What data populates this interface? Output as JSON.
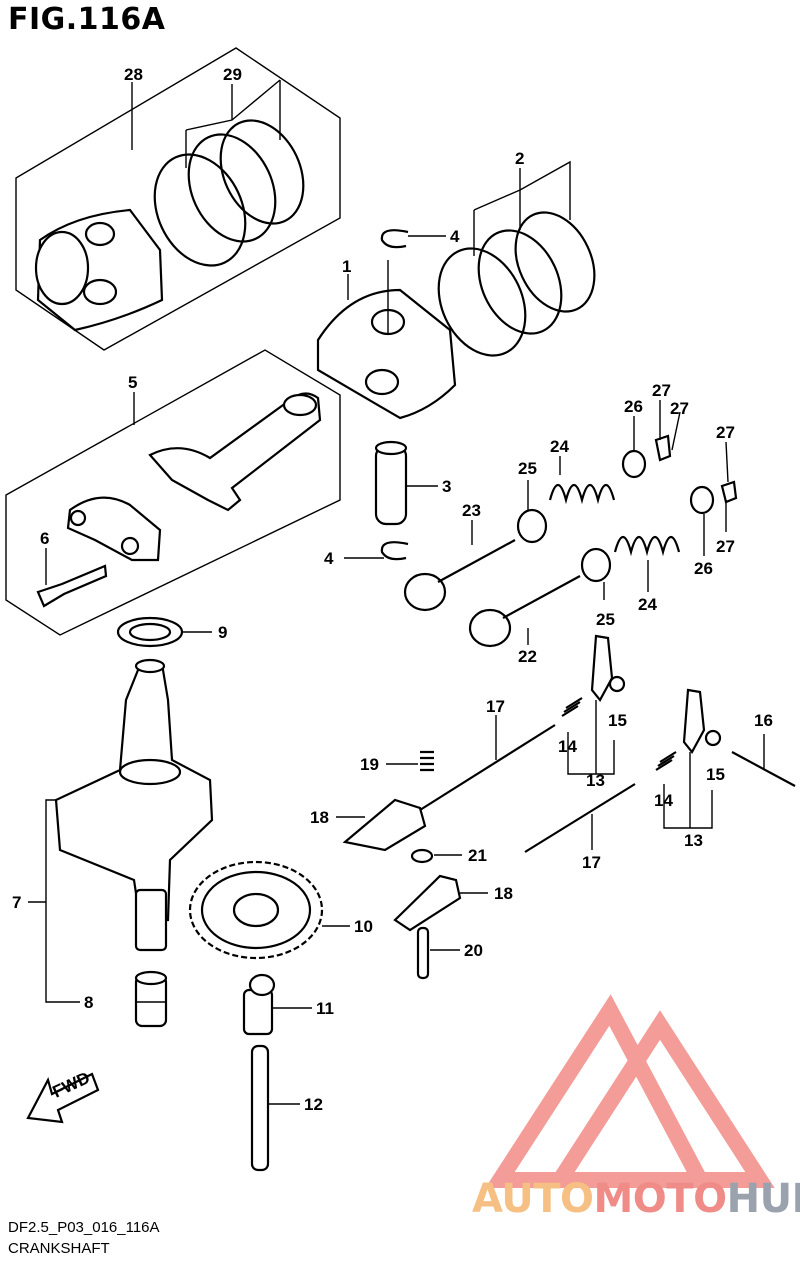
{
  "figure": {
    "title": "FIG.116A",
    "code": "DF2.5_P03_016_116A",
    "caption": "CRANKSHAFT"
  },
  "watermark": {
    "part_a": "AUTO",
    "part_b": "MOTO",
    "part_c": "HUB",
    "colors": {
      "triangle": "#f28b87",
      "auto": "#f6bf83",
      "moto": "#f08c88",
      "hub": "#9aa2ad"
    }
  },
  "fwd_label": "FWD",
  "callouts": {
    "c1": "1",
    "c2": "2",
    "c3": "3",
    "c4a": "4",
    "c4b": "4",
    "c5": "5",
    "c6": "6",
    "c7": "7",
    "c8": "8",
    "c9": "9",
    "c10": "10",
    "c11": "11",
    "c12": "12",
    "c13a": "13",
    "c13b": "13",
    "c14a": "14",
    "c14b": "14",
    "c15a": "15",
    "c15b": "15",
    "c16": "16",
    "c17a": "17",
    "c17b": "17",
    "c18a": "18",
    "c18b": "18",
    "c19": "19",
    "c20": "20",
    "c21": "21",
    "c22": "22",
    "c23": "23",
    "c24a": "24",
    "c24b": "24",
    "c25a": "25",
    "c25b": "25",
    "c26a": "26",
    "c26b": "26",
    "c27a": "27",
    "c27b": "27",
    "c27c": "27",
    "c27d": "27",
    "c28": "28",
    "c29": "29"
  }
}
